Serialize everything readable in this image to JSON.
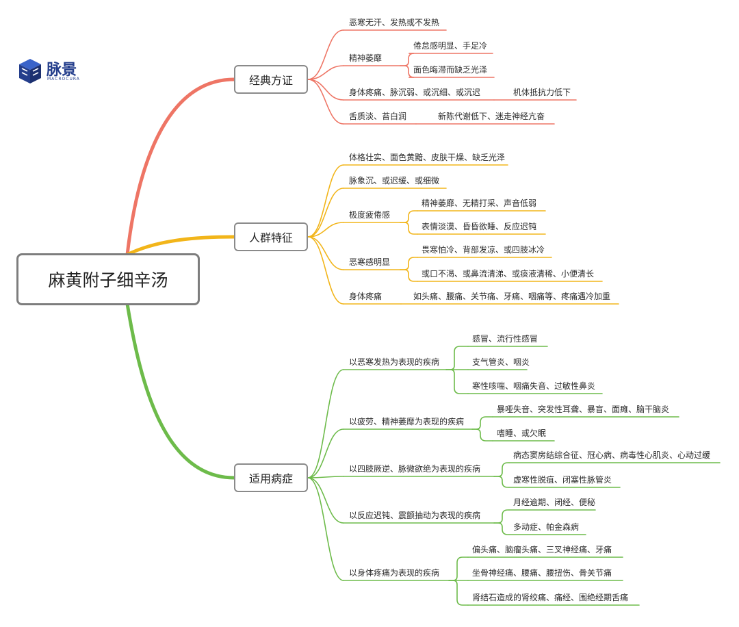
{
  "brand": {
    "name": "脉景",
    "sub": "MACROCURA",
    "color": "#243e8c"
  },
  "colors": {
    "classic": "#ee7565",
    "population": "#f2b51a",
    "disease": "#6dbb4a",
    "box_border": "#8a8a8a",
    "text": "#2b2b2b"
  },
  "diagram": {
    "root": "麻黄附子细辛汤",
    "branches": [
      {
        "label": "经典方证",
        "items": [
          {
            "text": "恶寒无汗、发热或不发热"
          },
          {
            "text": "精神萎靡",
            "children": [
              "倦怠感明显、手足冷",
              "面色晦滞而缺乏光泽"
            ]
          },
          {
            "text": "身体疼痛、脉沉弱、或沉细、或沉迟",
            "note": "机体抵抗力低下"
          },
          {
            "text": "舌质淡、苔白润",
            "note": "新陈代谢低下、迷走神经亢奋"
          }
        ]
      },
      {
        "label": "人群特征",
        "items": [
          {
            "text": "体格壮实、面色黄黯、皮肤干燥、缺乏光泽"
          },
          {
            "text": "脉象沉、或迟缓、或细微"
          },
          {
            "text": "极度疲倦感",
            "children": [
              "精神萎靡、无精打采、声音低弱",
              "表情淡漠、昏昏欲睡、反应迟钝"
            ]
          },
          {
            "text": "恶寒感明显",
            "children": [
              "畏寒怕冷、背部发凉、或四肢冰冷",
              "或口不渴、或鼻流清涕、或痰液清稀、小便清长"
            ]
          },
          {
            "text": "身体疼痛",
            "note": "如头痛、腰痛、关节痛、牙痛、咽痛等、疼痛遇冷加重"
          }
        ]
      },
      {
        "label": "适用病症",
        "items": [
          {
            "text": "以恶寒发热为表现的疾病",
            "children": [
              "感冒、流行性感冒",
              "支气管炎、咽炎",
              "寒性咳喘、咽痛失音、过敏性鼻炎"
            ]
          },
          {
            "text": "以疲劳、精神萎靡为表现的疾病",
            "children": [
              "暴哑失音、突发性耳聋、暴盲、面瘫、脑干脑炎",
              "嗜睡、或欠眠"
            ]
          },
          {
            "text": "以四肢厥逆、脉微欲绝为表现的疾病",
            "children": [
              "病态窦房结综合征、冠心病、病毒性心肌炎、心动过缓",
              "虚寒性脱疽、闭塞性脉管炎"
            ]
          },
          {
            "text": "以反应迟钝、震颤抽动为表现的疾病",
            "children": [
              "月经逾期、闭经、便秘",
              "多动症、帕金森病"
            ]
          },
          {
            "text": "以身体疼痛为表现的疾病",
            "children": [
              "偏头痛、脑瘤头痛、三叉神经痛、牙痛",
              "坐骨神经痛、腰痛、腰扭伤、骨关节痛",
              "肾结石造成的肾绞痛、痛经、围绝经期舌痛"
            ]
          }
        ]
      }
    ]
  }
}
